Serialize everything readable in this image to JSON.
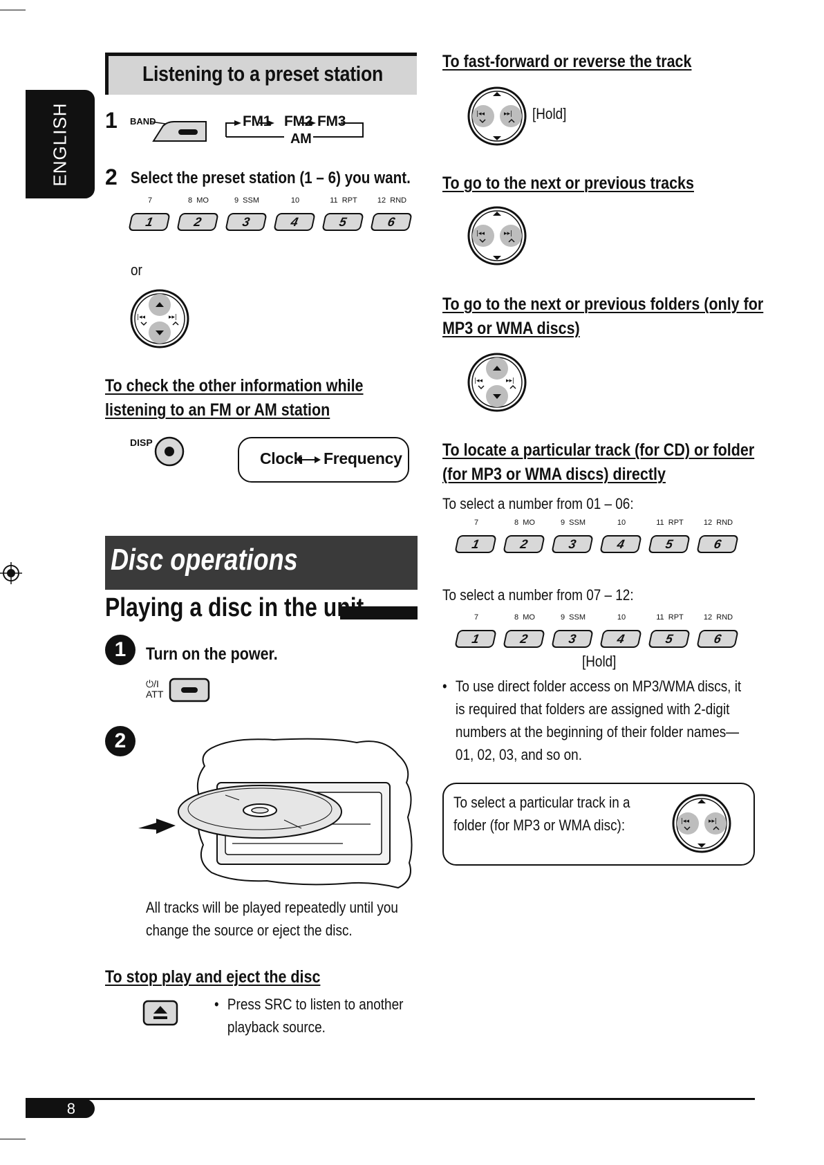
{
  "side_tab": {
    "language": "ENGLISH"
  },
  "preset": {
    "title": "Listening to a preset station",
    "step1": {
      "num": "1",
      "band_label": "BAND",
      "fm1": "FM1",
      "fm2": "FM2",
      "fm3": "FM3",
      "am": "AM"
    },
    "step2": {
      "num": "2",
      "text": "Select the preset station (1 – 6) you want."
    },
    "or": "or"
  },
  "keys": {
    "top_labels": [
      "7",
      "8  MO",
      "9  SSM",
      "10",
      "11  RPT",
      "12  RND"
    ],
    "digits": [
      "1",
      "2",
      "3",
      "4",
      "5",
      "6"
    ]
  },
  "check_info": {
    "title_line1": "To check the other information while",
    "title_line2": "listening to an FM or AM station",
    "disp_label": "DISP",
    "clock": "Clock",
    "frequency": "Frequency"
  },
  "disc": {
    "section_title": "Disc operations",
    "playing_title": "Playing a disc in the unit",
    "step1_num": "1",
    "step1_text": "Turn on the power.",
    "power_label": "⏻/I",
    "att_label": "ATT",
    "step2_num": "2",
    "repeat_line1": "All tracks will be played repeatedly until you",
    "repeat_line2": "change the source or eject the disc."
  },
  "stop_eject": {
    "title": "To stop play and eject the disc",
    "bullet_line1": "Press SRC to listen to another",
    "bullet_line2": "playback source."
  },
  "right": {
    "ff_title": "To fast-forward or reverse the track",
    "hold1": "[Hold]",
    "next_tracks_title": "To go to the next or previous tracks",
    "folders_title_line1": "To go to the next or previous folders (only for",
    "folders_title_line2": "MP3 or WMA discs)",
    "locate_title_line1": "To locate a particular track (for CD) or folder",
    "locate_title_line2": "(for MP3 or WMA discs) directly",
    "select_01_06": "To select a number from 01 – 06:",
    "select_07_12": "To select a number from 07 – 12:",
    "hold2": "[Hold]",
    "bullet_line1": "To use direct folder access on MP3/WMA discs, it",
    "bullet_line2": "is required that folders are assigned with 2-digit",
    "bullet_line3": "numbers at the beginning of their folder names—",
    "bullet_line4": "01, 02, 03, and so on.",
    "box_line1": "To select a particular track in a",
    "box_line2": "folder (for MP3 or WMA disc):"
  },
  "footer": {
    "page_number": "8"
  }
}
